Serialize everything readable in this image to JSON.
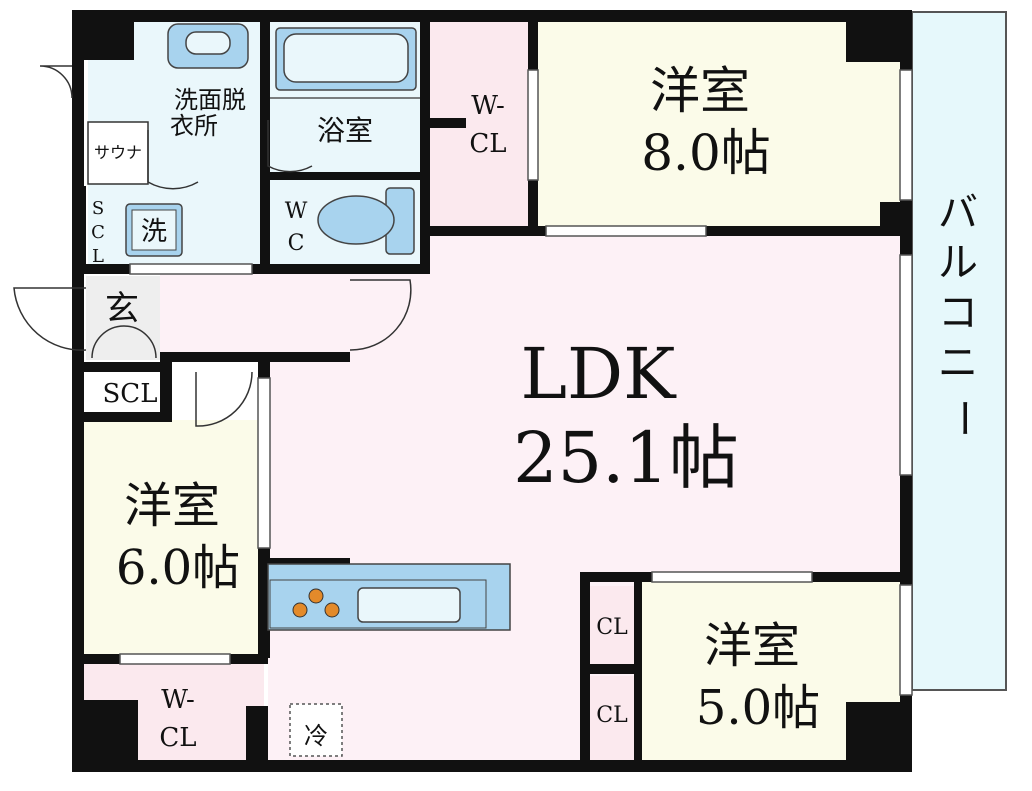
{
  "colors": {
    "wall": "#111111",
    "ldk": "#fdf1f6",
    "bedroom": "#fbfbe9",
    "wet": "#eaf7fb",
    "closet": "#fbe9ee",
    "balcony": "#e6f8fb",
    "fixture": "#a8d3ee",
    "stove": "#e38a2a"
  },
  "rooms": {
    "bed_north": {
      "name": "洋室",
      "size": "8.0帖"
    },
    "ldk": {
      "name": "LDK",
      "size": "25.1帖"
    },
    "bed_west": {
      "name": "洋室",
      "size": "6.0帖"
    },
    "bed_south": {
      "name": "洋室",
      "size": "5.0帖"
    },
    "balcony": "バルコニー",
    "washroom": [
      "洗面脱",
      "衣所"
    ],
    "bath": "浴室",
    "sauna": "サウナ",
    "wc": [
      "W",
      "C"
    ],
    "washer": "洗",
    "entrance": "玄",
    "scl_vertical": [
      "S",
      "C",
      "L"
    ],
    "scl": "SCL",
    "wcl_north": [
      "W-",
      "CL"
    ],
    "wcl_south": [
      "W-",
      "CL"
    ],
    "cl1": "CL",
    "cl2": "CL",
    "fridge": "冷"
  }
}
